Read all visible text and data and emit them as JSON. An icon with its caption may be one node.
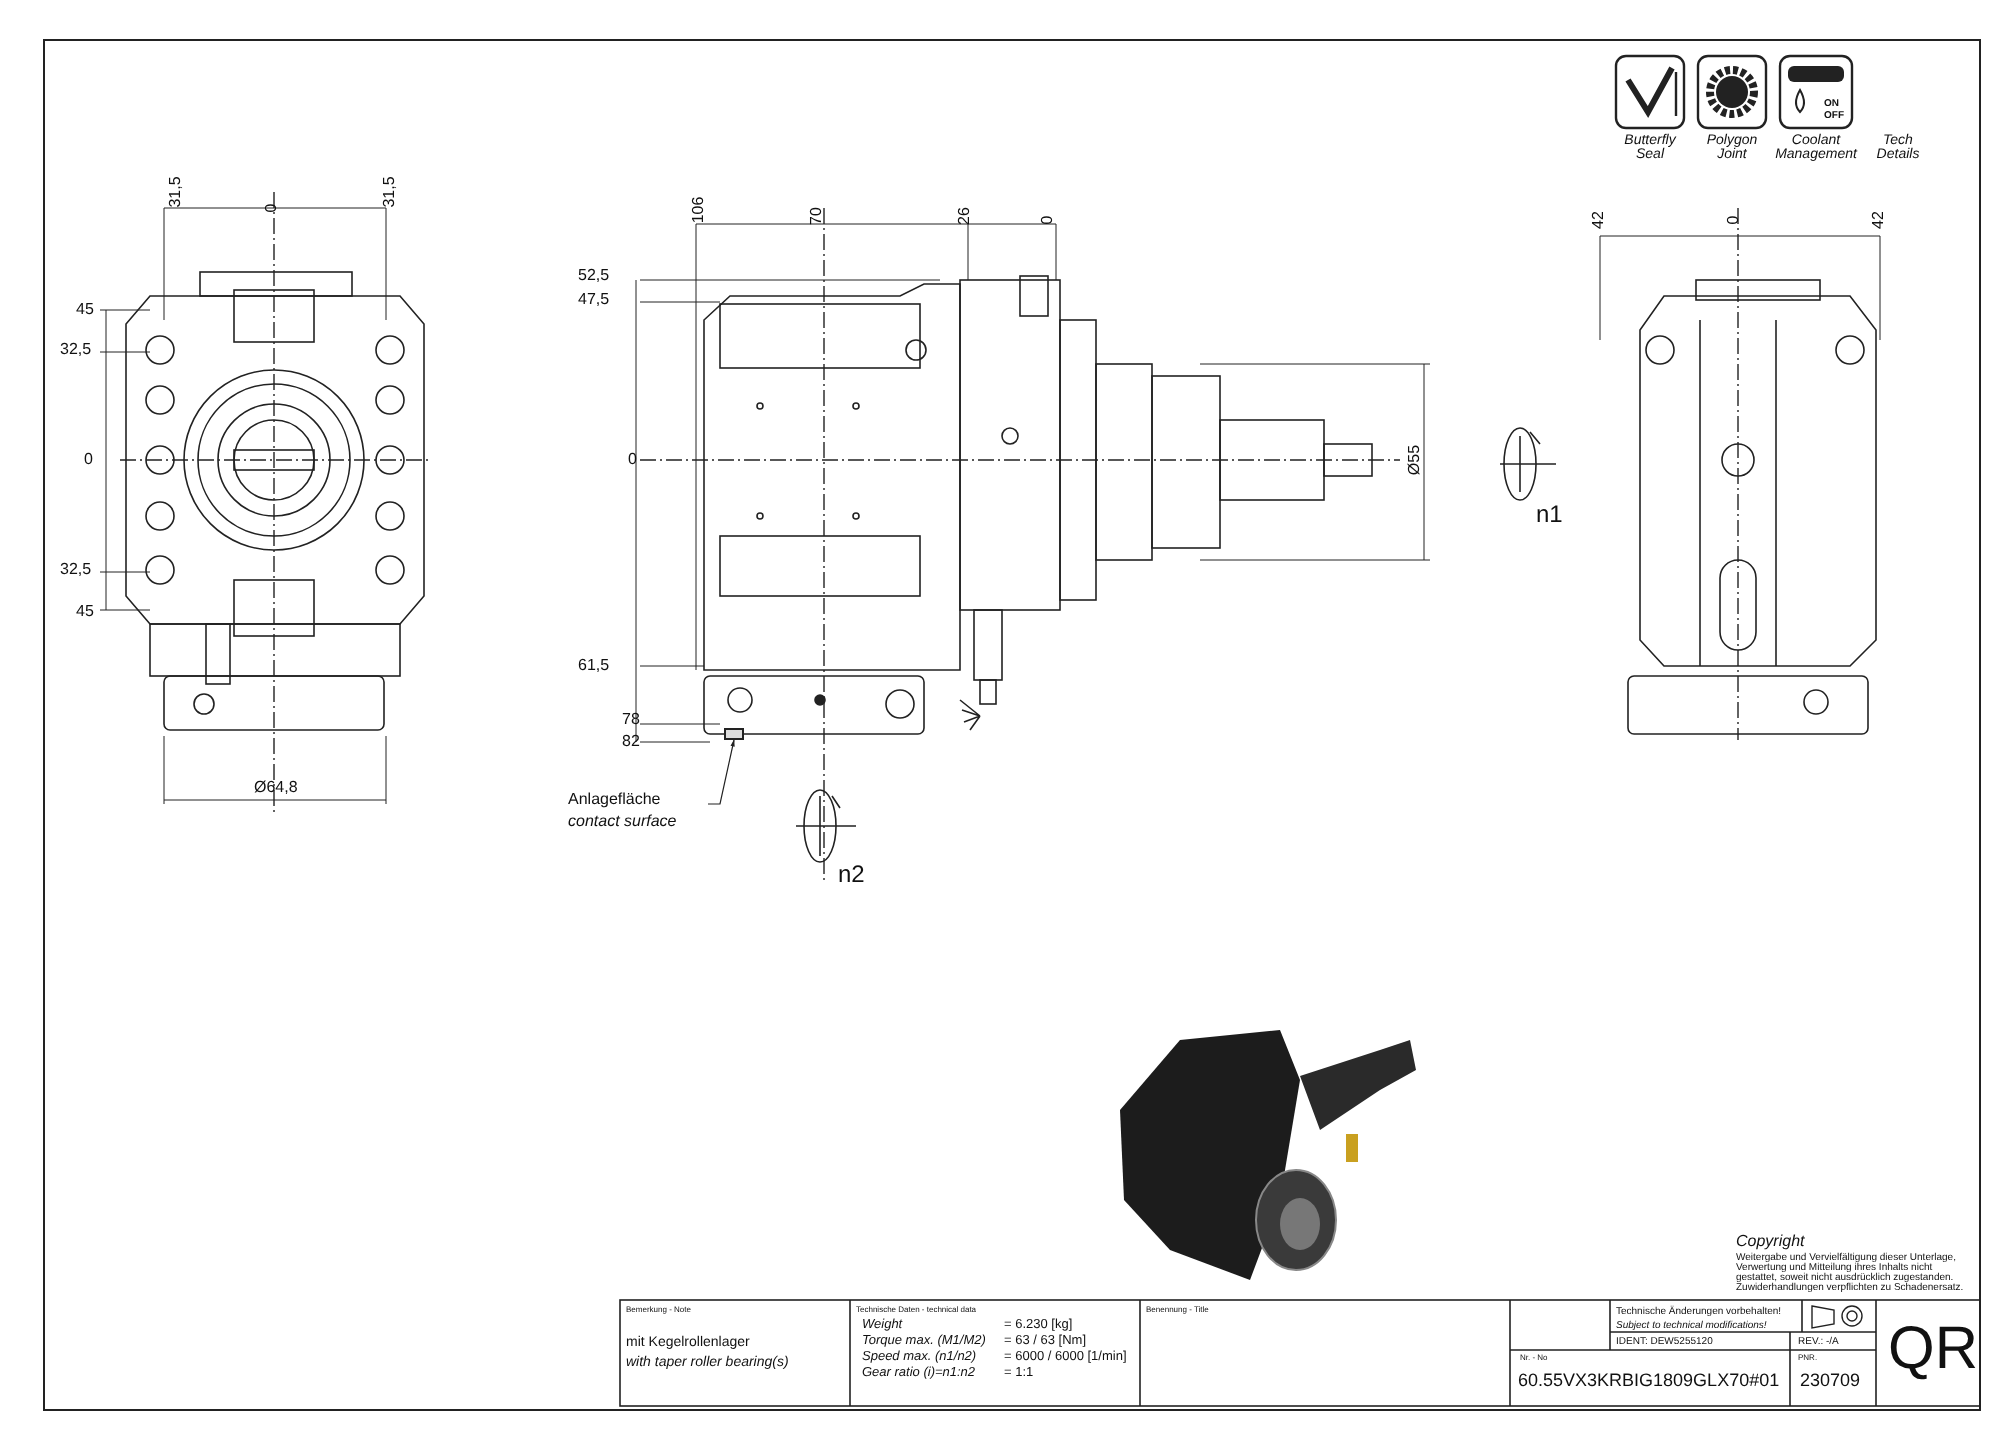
{
  "diagram": {
    "nodes": [
      {
        "text": [
          "Anlagefläche",
          "contact surface"
        ]
      },
      {
        "text": [],
        "shape": "box"
      }
    ],
    "edges": [
      {
        "from": 0,
        "to": 1,
        "arrow": "to"
      }
    ],
    "labels": [
      "Butterfly Seal",
      "Polygon Joint",
      "ON",
      "OFF",
      "Coolant Management",
      "Tech Details",
      "31,5",
      "0",
      "31,5",
      "106",
      "70",
      "26",
      "0",
      "42",
      "0",
      "42",
      "45",
      "32,5",
      "0",
      "32,5",
      "45",
      "52,5",
      "47,5",
      "0",
      "Ø55",
      "n1",
      "61,5",
      "78",
      "82",
      "Ø64,8",
      "n2",
      "Copyright",
      "Weitergabe und Vervielfältigung dieser Unterlage, Verwertung und Mitteilung ihres Inhalts nicht gestattet, soweit nicht ausdrücklich zugestanden. Zuwiderhandlungen verpflichten zu Schadenersatz.",
      "Bemerkung - Note",
      "mit Kegelrollenlager",
      "with taper roller bearing(s)",
      "Technische Daten - technical data",
      "Weight",
      "= 6.230 [kg]",
      "Torque max. (M1/M2)",
      "= 63 / 63 [Nm]",
      "Speed max. (n1/n2)",
      "= 6000 / 6000 [1/min]",
      "Gear ratio (i)=n1:n2",
      "= 1:1",
      "Benennung - Title",
      "Technische Änderungen vorbehalten!",
      "Subject to technical modifications!",
      "IDENT: DEW5255120",
      "REV.: -/A",
      "Nr. - No",
      "60.55VX3KRBIG1809GLX70#01",
      "PNR.",
      "230709",
      "QR"
    ]
  }
}
